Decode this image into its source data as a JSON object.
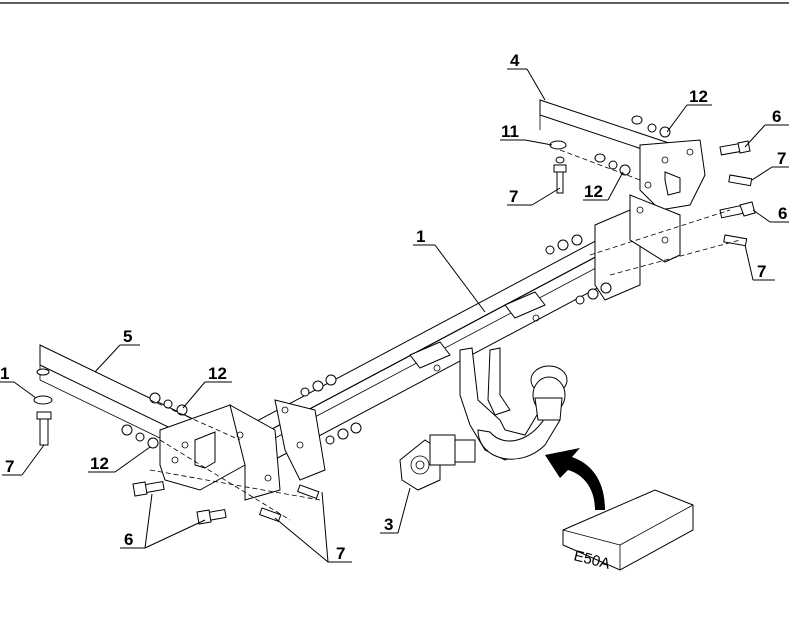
{
  "labels": {
    "p1_main": "1",
    "p1_left": "1",
    "p3": "3",
    "p4": "4",
    "p5": "5",
    "p6_top": "6",
    "p6_mid": "6",
    "p6_bottom": "6",
    "p7_tr1": "7",
    "p7_tr2": "7",
    "p7_top": "7",
    "p7_left": "7",
    "p7_bottom": "7",
    "p11": "11",
    "p12_top": "12",
    "p12_mid": "12",
    "p12_left_top": "12",
    "p12_left_bottom": "12"
  },
  "box_label": "E50A"
}
